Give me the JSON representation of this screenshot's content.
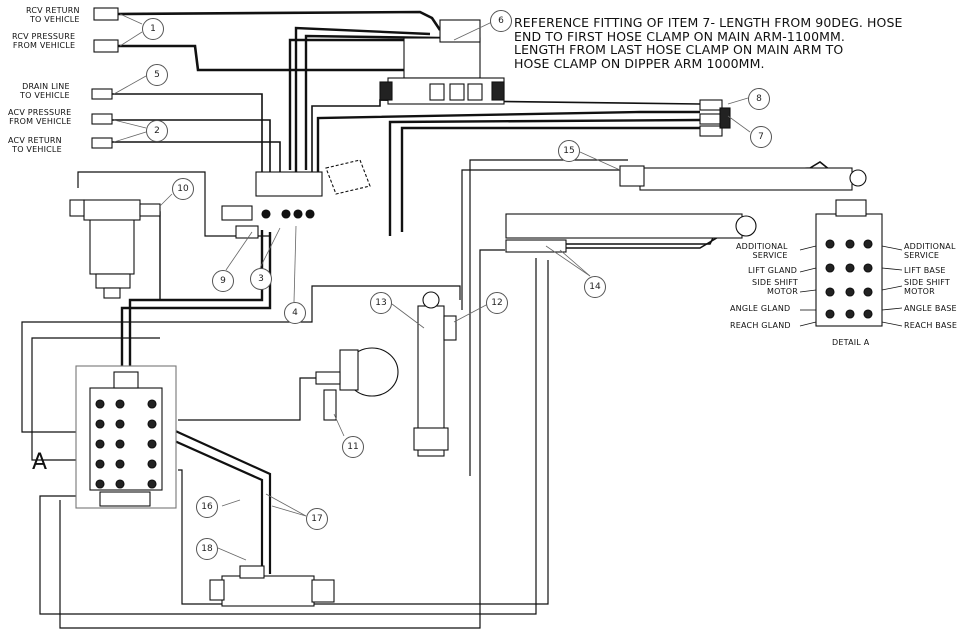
{
  "note": {
    "lines": [
      "REFERENCE FITTING OF ITEM 7- LENGTH FROM 90DEG. HOSE",
      "END TO FIRST HOSE CLAMP ON MAIN ARM-1100MM.",
      "LENGTH FROM LAST HOSE CLAMP ON MAIN ARM TO",
      "HOSE CLAMP ON DIPPER ARM 1000MM."
    ]
  },
  "left_labels": {
    "rcv_return": [
      "RCV RETURN",
      "TO VEHICLE"
    ],
    "rcv_pressure": [
      "RCV PRESSURE",
      "FROM VEHICLE"
    ],
    "drain_line": [
      "DRAIN LINE",
      "TO VEHICLE"
    ],
    "acv_pressure": [
      "ACV PRESSURE",
      "FROM VEHICLE"
    ],
    "acv_return": [
      "ACV RETURN",
      "TO VEHICLE"
    ]
  },
  "balloons": [
    "1",
    "2",
    "3",
    "4",
    "5",
    "6",
    "7",
    "8",
    "9",
    "10",
    "11",
    "12",
    "13",
    "14",
    "15",
    "16",
    "17",
    "18"
  ],
  "section_mark": "A",
  "detail_a": {
    "title": "DETAIL A",
    "left": [
      [
        "ADDITIONAL",
        "SERVICE"
      ],
      [
        "LIFT GLAND"
      ],
      [
        "SIDE SHIFT",
        "MOTOR"
      ],
      [
        "ANGLE GLAND"
      ],
      [
        "REACH GLAND"
      ]
    ],
    "right": [
      [
        "ADDITIONAL",
        "SERVICE"
      ],
      [
        "LIFT BASE"
      ],
      [
        "SIDE SHIFT",
        "MOTOR"
      ],
      [
        "ANGLE BASE"
      ],
      [
        "REACH BASE"
      ]
    ]
  }
}
